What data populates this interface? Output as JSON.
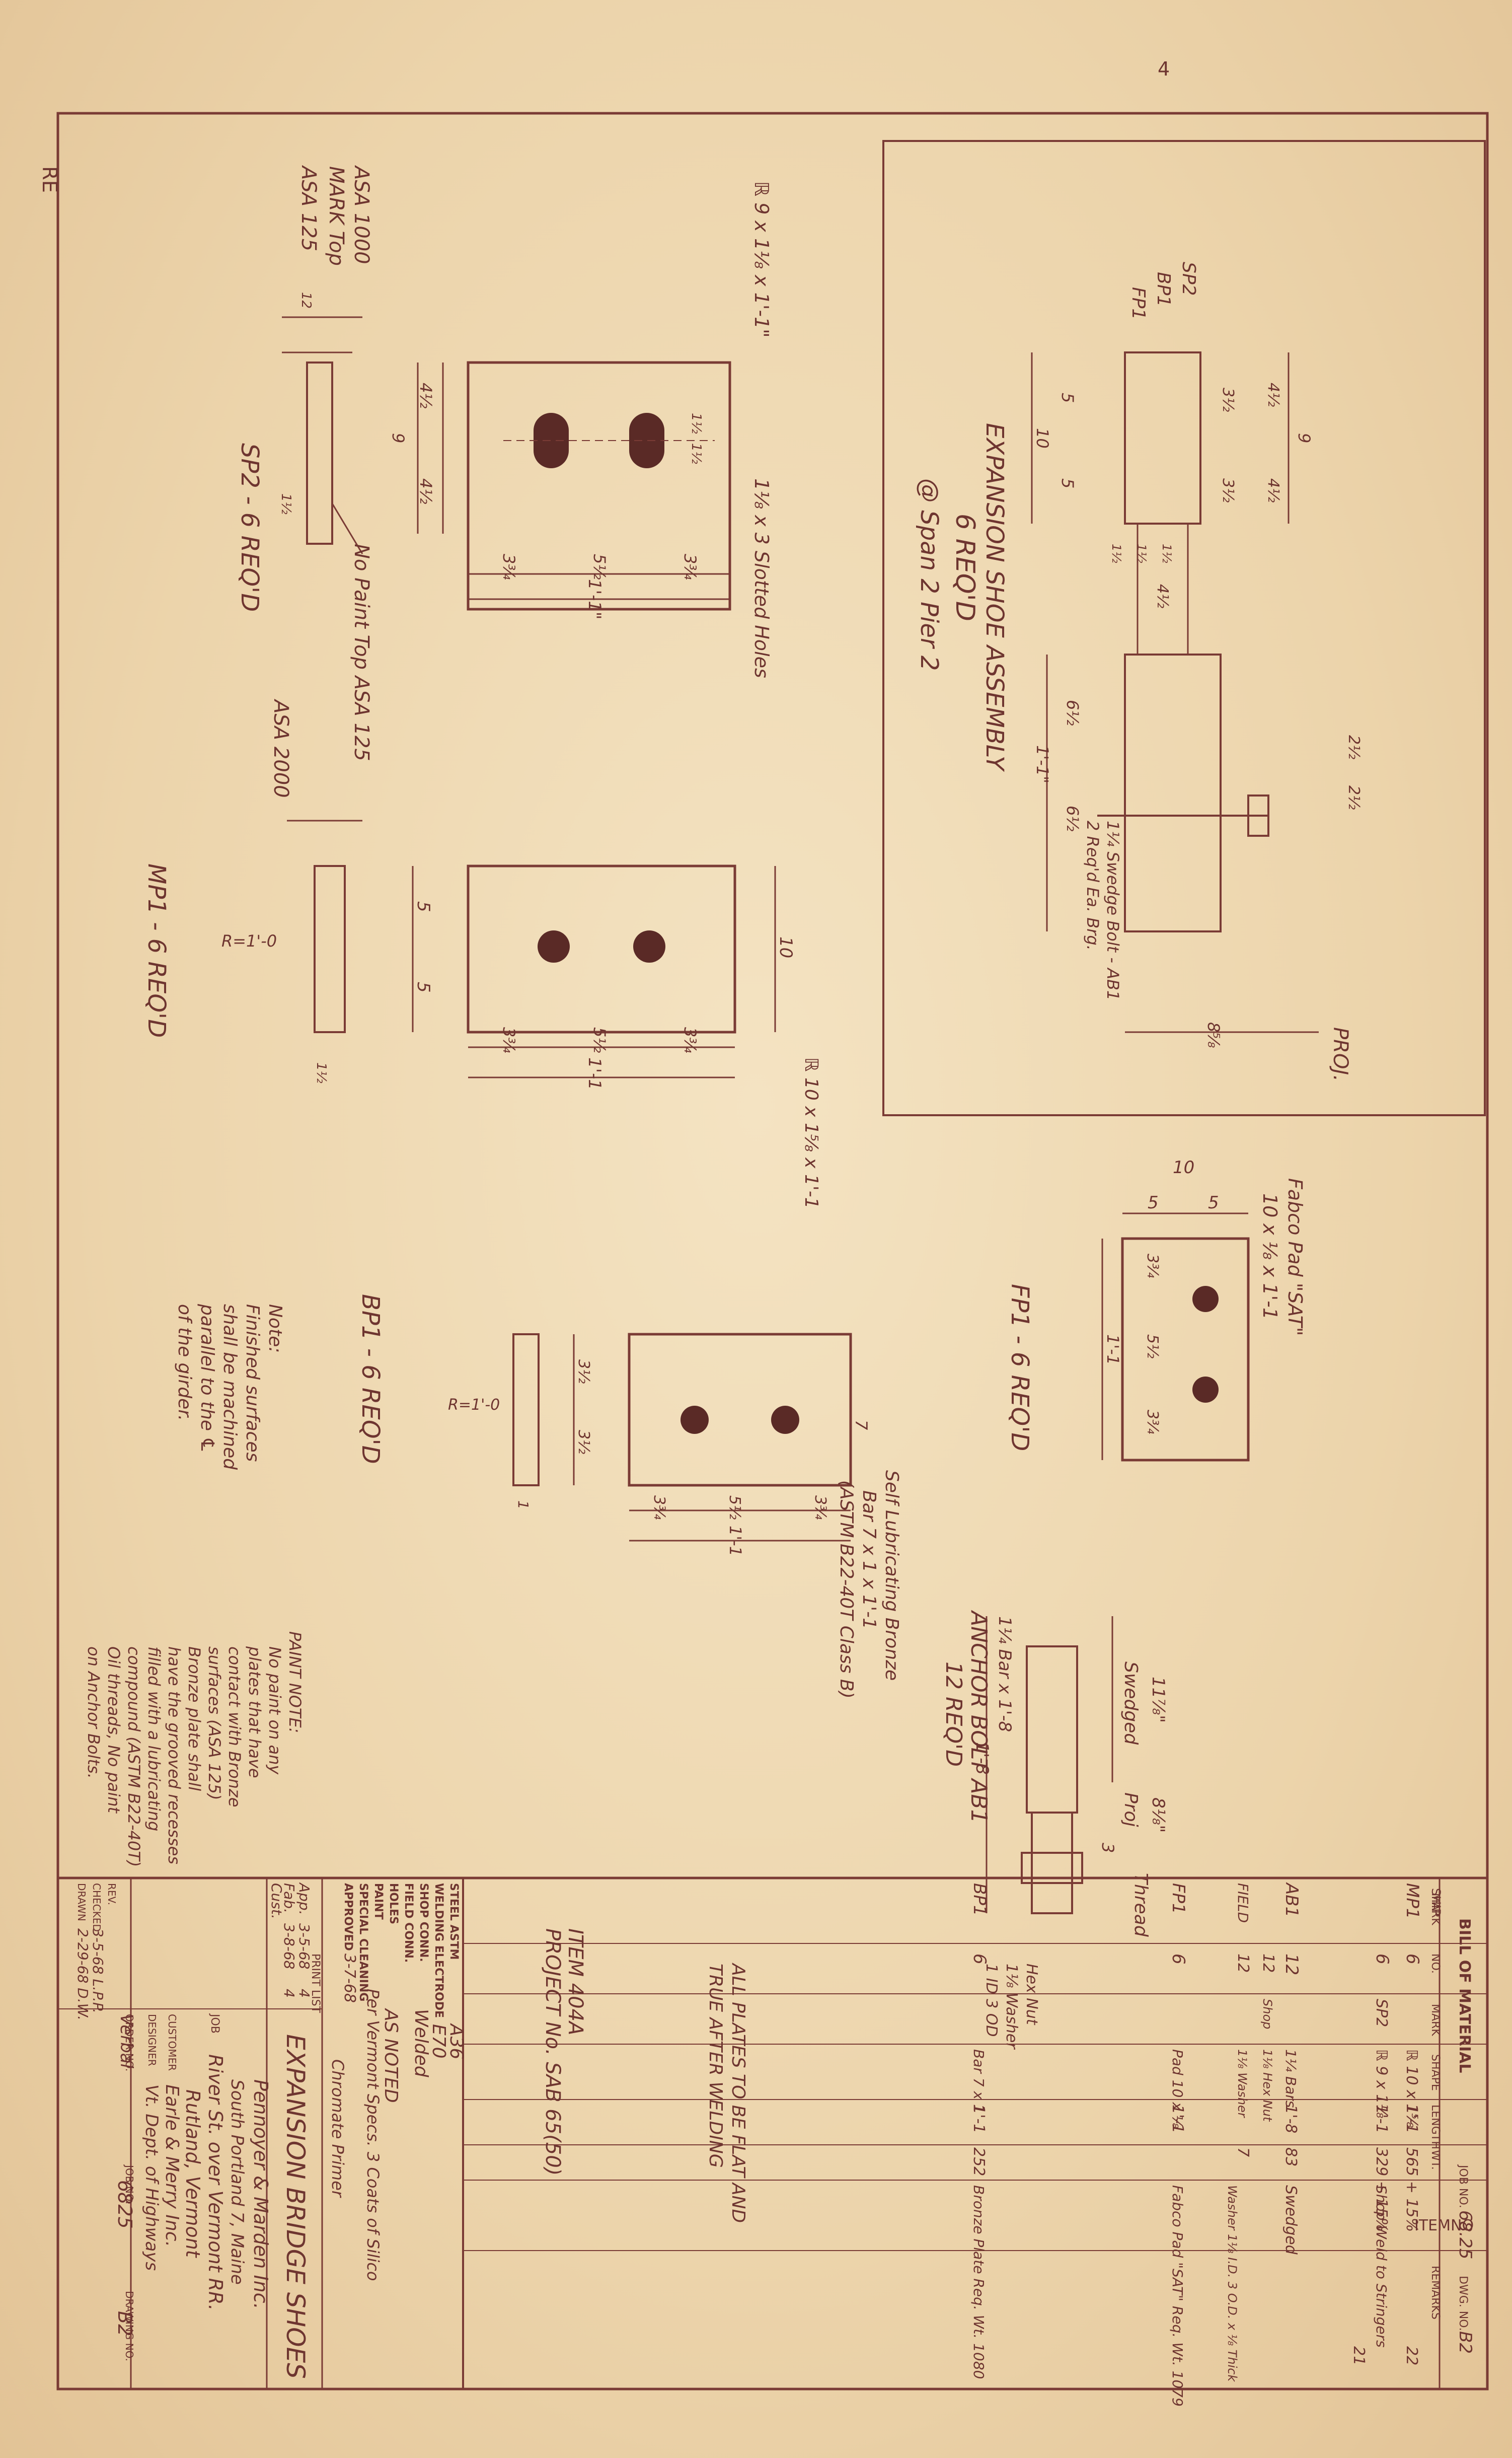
{
  "sheet": {
    "corner_mark": "RE",
    "top_mark": "4",
    "item_tab": "ITEMNO"
  },
  "views": {
    "sp2": {
      "title": "SP2 - 6 REQ'D",
      "callout_plate": "ℝ 9 x 1⅛ x 1'-1\"",
      "asa1000": "ASA 1000",
      "mark_top": "MARK Top",
      "asa125": "ASA 125",
      "no_paint": "No Paint Top ASA 125",
      "slots": "1⅛ x 3 Slotted Holes",
      "dims": [
        "4½",
        "9",
        "4½",
        "3¾",
        "5½",
        "3¾",
        "1'-1\"",
        "1½",
        "1½"
      ],
      "small": [
        "12",
        "1½"
      ]
    },
    "mp1": {
      "title": "MP1 - 6 REQ'D",
      "asa2000": "ASA 2000",
      "radius": "R=1'-0",
      "callout": "ℝ 10 x 1⅝ x 1'-1",
      "dims": [
        "5",
        "5",
        "10",
        "3¾",
        "5½",
        "3¾",
        "1'-1",
        "1½"
      ]
    },
    "bp1": {
      "title": "BP1 - 6 REQ'D",
      "radius": "R=1'-0",
      "dims": [
        "3½",
        "3½",
        "7",
        "3¾",
        "5½",
        "3¾",
        "1'-1",
        "1"
      ],
      "bronze": [
        "Self Lubricating Bronze",
        "Bar 7 x 1 x 1'-1",
        "(ASTM B22-40T Class B)"
      ]
    },
    "fp1": {
      "title": "FP1 - 6 REQ'D",
      "callout": [
        "Fabco Pad \"SAT\"",
        "10 x ⅛ x 1'-1"
      ],
      "dims": [
        "10",
        "5",
        "5",
        "3¾",
        "5½",
        "3¾",
        "1'-1"
      ]
    },
    "assembly": {
      "title": "EXPANSION SHOE ASSEMBLY",
      "reqd": "6 REQ'D",
      "location": "@ Span 2 Pier 2",
      "labels": [
        "SP2",
        "BP1",
        "FP1",
        "PROJ."
      ],
      "dims": [
        "4½",
        "9",
        "4½",
        "3½",
        "3½",
        "10",
        "5",
        "5",
        "1½",
        "1½",
        "1½",
        "4½",
        "6½",
        "6½",
        "1'-1\"",
        "2½",
        "2½",
        "8⅝"
      ],
      "bolt_note": [
        "1¼ Swedge Bolt - AB1",
        "2 Req'd Ea. Brg."
      ]
    },
    "anchor": {
      "title": "ANCHOR BOLT AB1",
      "reqd": "12 REQ'D",
      "callout": "1¼ Bar x 1'-8",
      "swedged": "Swedged",
      "proj": "Proj",
      "thread": "Thread",
      "dims": [
        "11⅞\"",
        "8⅛\"",
        "3",
        "1'-8"
      ],
      "nut": [
        "Hex Nut",
        "1⅛ Washer",
        "1 ID 3 OD"
      ]
    },
    "notes": {
      "note": [
        "Note:",
        "Finished surfaces",
        "shall be machined",
        "parallel to the ℄",
        "of the girder."
      ],
      "paint_note": [
        "PAINT NOTE:",
        "No paint on any",
        "plates that have",
        "contact with Bronze",
        "surfaces (ASA 125)",
        "Bronze plate shall",
        "have the grooved recesses",
        "filled with a lubricating",
        "compound (ASTM B22-40T)",
        "Oil threads, No paint",
        "on Anchor Bolts."
      ]
    }
  },
  "bom": {
    "heading": "BILL OF MATERIAL",
    "job_label": "JOB NO.",
    "job_no": "68.25",
    "dwg_label": "DWG. NO.",
    "dwg_no": "B2",
    "columns": [
      "SHIP",
      "MARK",
      "NO.",
      "MARK",
      "SHAPE",
      "LENGTH",
      "WT.",
      "REMARKS"
    ],
    "rows": [
      [
        "",
        "MP1",
        "6",
        "",
        "ℝ 10 x 1⅝",
        "1'-1",
        "565 + 15%",
        ""
      ],
      [
        "",
        "",
        "6",
        "SP2",
        "ℝ 9 x 1⅛",
        "1'-1",
        "329 + 15%",
        "Shop Weld to Stringers"
      ],
      [
        "",
        "AB1",
        "12",
        "",
        "1¼ Bars",
        "1'-8",
        "83",
        "Swedged"
      ],
      [
        "",
        "",
        "12",
        "Shop",
        "1⅛ Hex Nut",
        "",
        "",
        ""
      ],
      [
        "",
        "FIELD",
        "12",
        "",
        "1⅛ Washer",
        "",
        "7",
        "Washer 1⅛ I.D. 3 O.D. x ⅛ Thick"
      ],
      [
        "",
        "FP1",
        "6",
        "",
        "Pad 10 x ⅛",
        "1'-1",
        "",
        "Fabco Pad \"SAT\" Req. Wt. 1079"
      ],
      [
        "",
        "BP1",
        "6",
        "",
        "Bar 7 x 1",
        "1'-1",
        "252",
        "Bronze Plate Req. Wt. 1080"
      ]
    ],
    "item": "ITEM 404A",
    "project": "PROJECT No. SAB 65(50)",
    "flat_note": [
      "ALL PLATES TO BE FLAT AND",
      "TRUE AFTER WELDING"
    ],
    "total_a": "22",
    "total_b": "21"
  },
  "spec": {
    "steel_label": "STEEL ASTM",
    "steel": "A36",
    "electrode_label": "WELDING ELECTRODE",
    "electrode": "E70",
    "shop_conn_label": "SHOP CONN.",
    "shop_conn": "Welded",
    "field_conn_label": "FIELD CONN.",
    "holes_label": "HOLES",
    "holes": "AS NOTED",
    "paint_label": "PAINT",
    "paint": "Per Vermont Specs. 3 Coats of Silico",
    "cleaning_label": "SPECIAL CLEANING",
    "cleaning": "Chromate Primer",
    "approved_label": "APPROVED",
    "approved": "3-7-68"
  },
  "title_block": {
    "print_list_label": "PRINT LIST",
    "prints": [
      [
        "App.",
        "3-5-68",
        "4"
      ],
      [
        "Fab.",
        "3-8-68",
        "4"
      ],
      [
        "Cust.",
        "",
        ""
      ]
    ],
    "drawing_title": "EXPANSION BRIDGE SHOES",
    "firm_1": "Pennoyer & Marden Inc.",
    "firm_2": "South Portland 7, Maine",
    "job_label": "JOB",
    "job": "River St. over Vermont RR.",
    "job_2": "Rutland, Vermont",
    "customer_label": "CUSTOMER",
    "customer": "Earle & Merry Inc.",
    "designer_label": "DESIGNER",
    "designer": "Vt. Dept. of Highways",
    "order_label": "ORDER NO.",
    "order": "Verbal",
    "jobno_label": "JOB NO.",
    "jobno": "6825",
    "drawing_label": "DRAWING NO.",
    "drawing": "B2",
    "rev_label": "REV.",
    "checked_label": "CHECKED",
    "checked": "3-5-68 L.P.P.",
    "drawn_label": "DRAWN",
    "drawn": "2-29-68 D.W."
  }
}
